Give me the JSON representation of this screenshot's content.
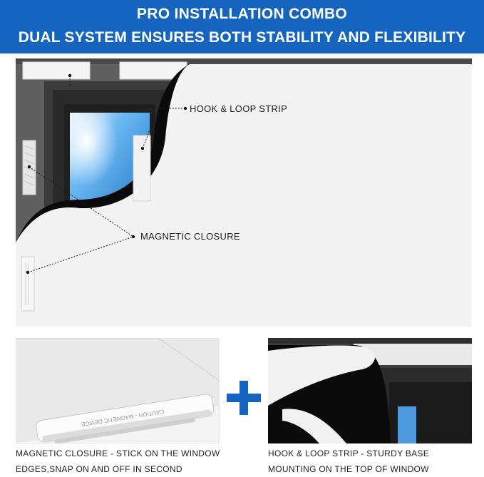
{
  "banner": {
    "line1": "PRO INSTALLATION COMBO",
    "line2": "DUAL SYSTEM ENSURES BOTH STABILITY AND FLEXIBILITY"
  },
  "callouts": {
    "hook_loop": "HOOK & LOOP STRIP",
    "magnetic": "MAGNETIC CLOSURE"
  },
  "captions": {
    "left_line1": "MAGNETIC CLOSURE - STICK ON THE WINDOW",
    "left_line2": "EDGES,SNAP ON AND OFF IN SECOND",
    "right_line1": "HOOK & LOOP STRIP - STURDY BASE",
    "right_line2": "MOUNTING ON THE TOP OF WINDOW"
  },
  "strip_text": "CAUTION - MAGNETIC DEVICE",
  "colors": {
    "banner": "#1565c0",
    "wall": "#5f5f5f",
    "cover_black": "#0a0a0a",
    "cover_white": "#f3f3f3",
    "plus": "#1565c0"
  }
}
